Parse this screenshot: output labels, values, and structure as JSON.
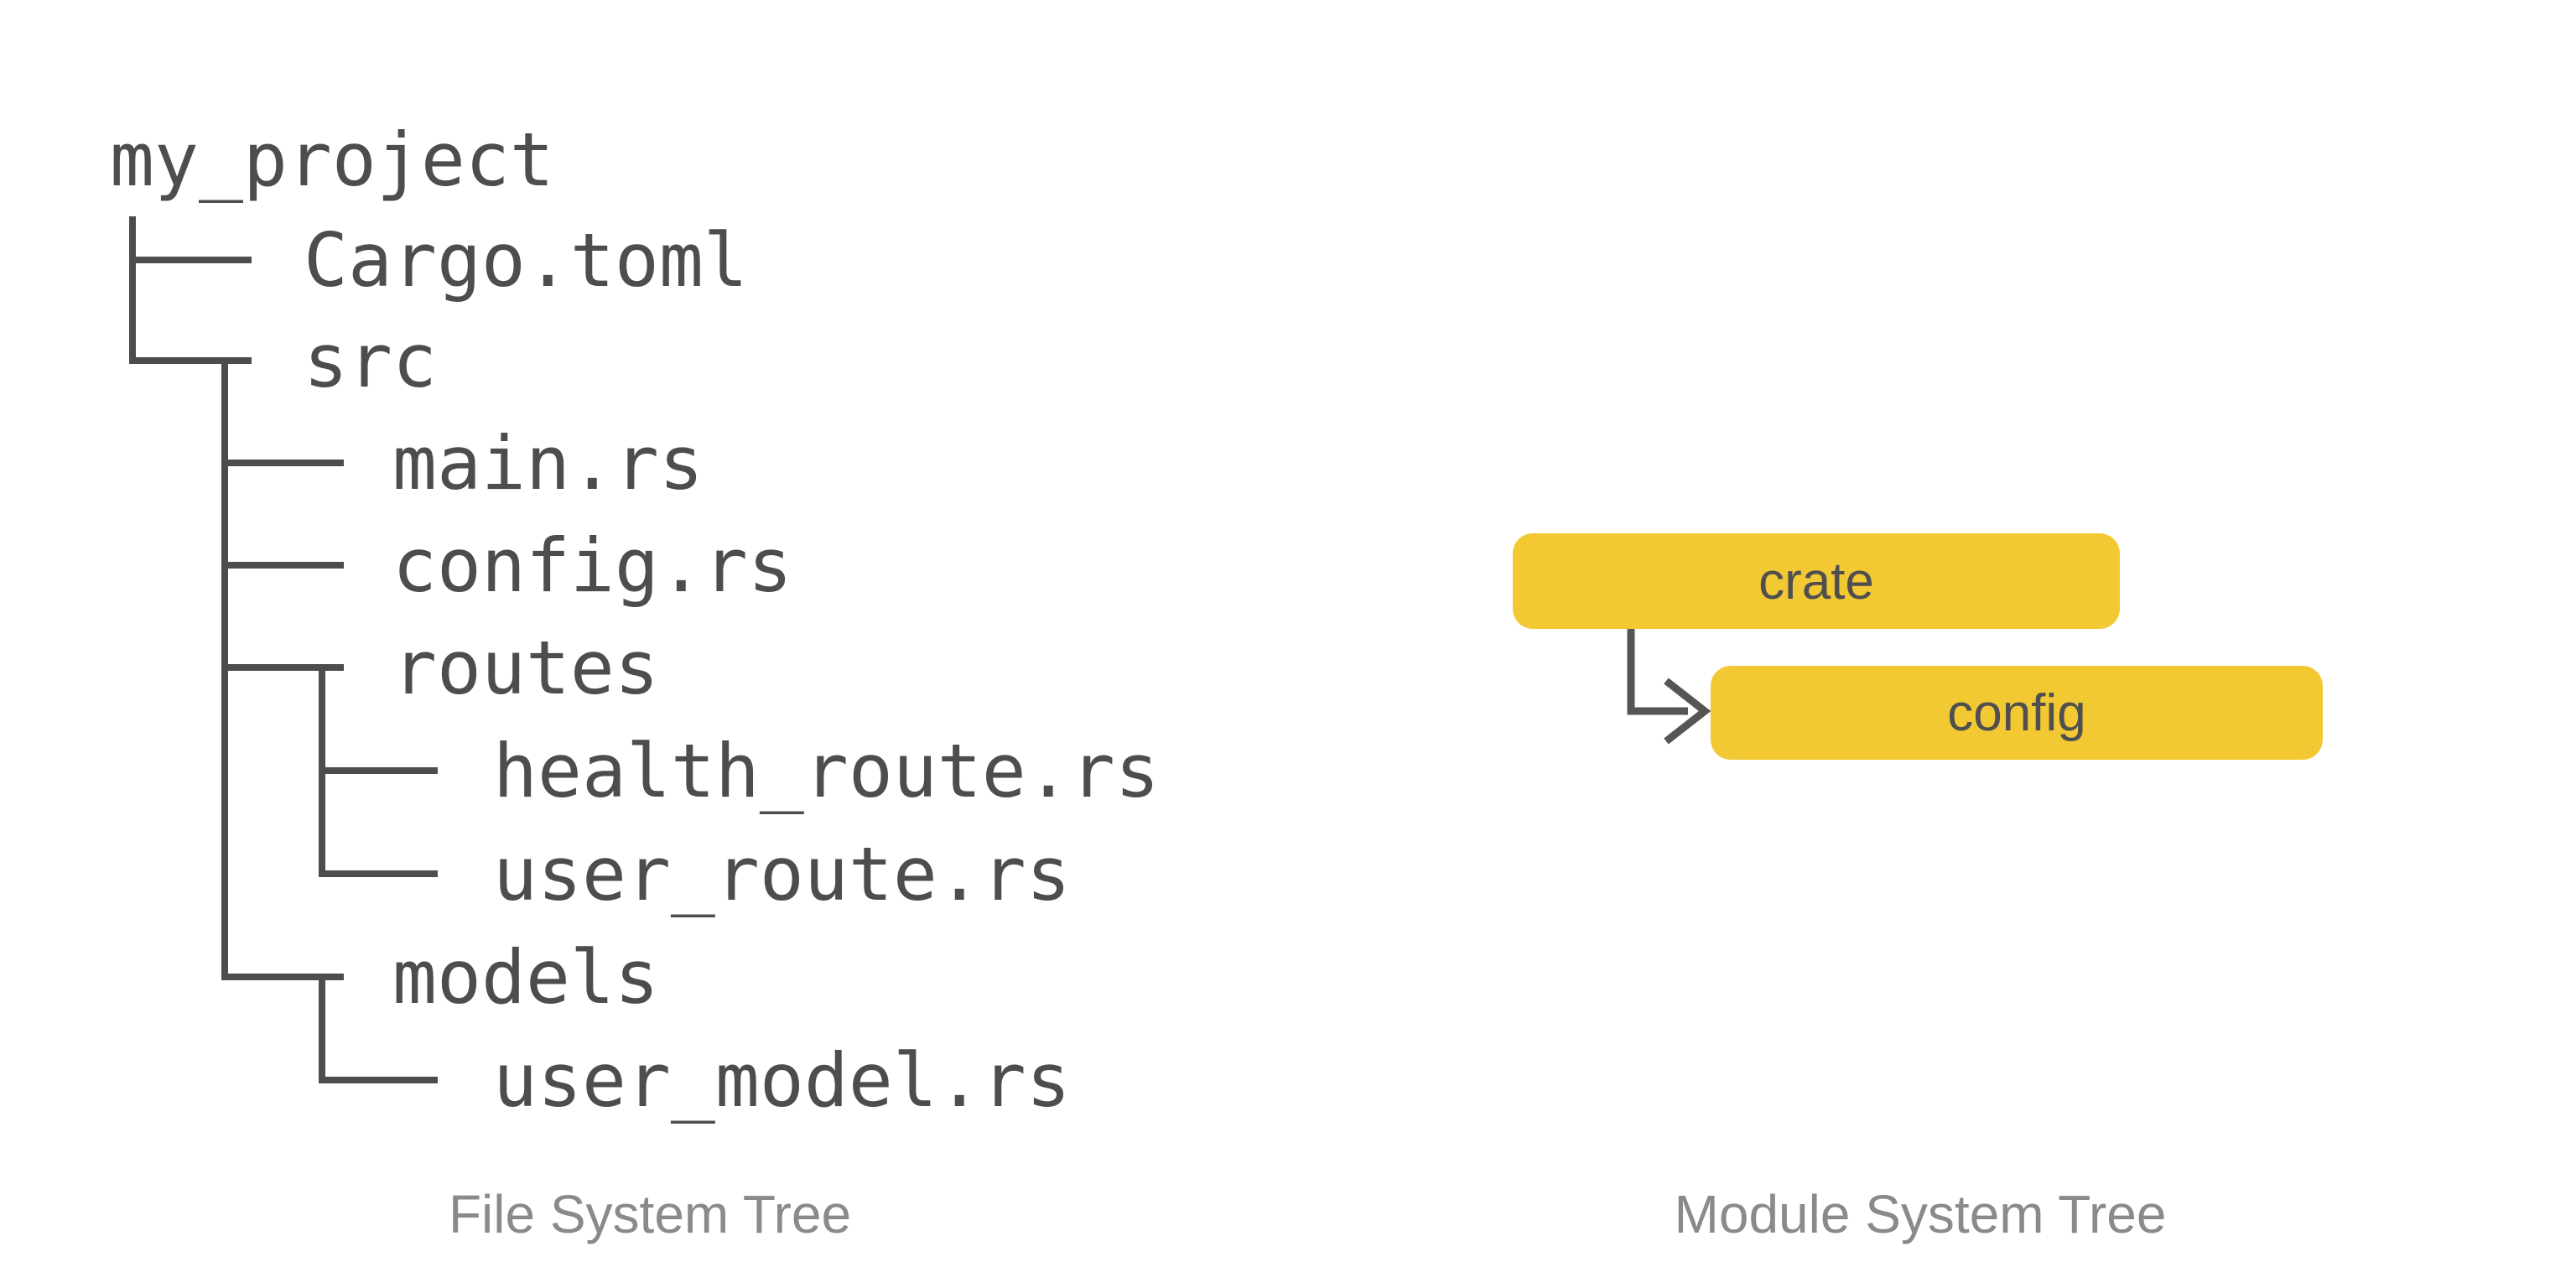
{
  "file_tree": {
    "caption": "File System Tree",
    "items": [
      {
        "label": "my_project",
        "level": 0
      },
      {
        "label": "Cargo.toml",
        "level": 1
      },
      {
        "label": "src",
        "level": 1
      },
      {
        "label": "main.rs",
        "level": 2
      },
      {
        "label": "config.rs",
        "level": 2
      },
      {
        "label": "routes",
        "level": 2
      },
      {
        "label": "health_route.rs",
        "level": 3
      },
      {
        "label": "user_route.rs",
        "level": 3
      },
      {
        "label": "models",
        "level": 2
      },
      {
        "label": "user_model.rs",
        "level": 3
      }
    ]
  },
  "module_tree": {
    "caption": "Module System Tree",
    "nodes": [
      {
        "label": "crate"
      },
      {
        "label": "config"
      }
    ],
    "edges": [
      {
        "from": "crate",
        "to": "config"
      }
    ]
  },
  "colors": {
    "text": "#4d4d4d",
    "line": "#4d4d4d",
    "node-fill": "#f2c833",
    "node-text": "#4f4f4f",
    "arrow": "#555555",
    "caption": "#8a8a8a",
    "bg": "#ffffff"
  }
}
